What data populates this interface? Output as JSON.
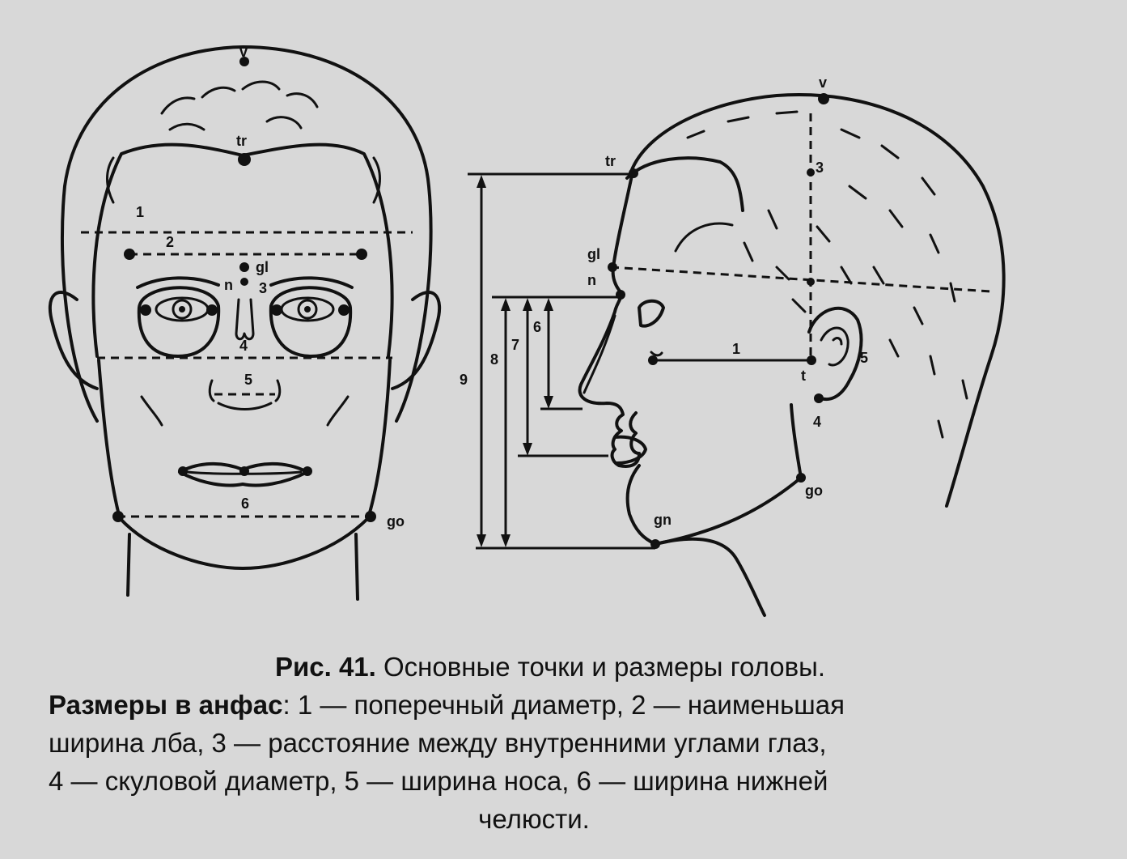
{
  "caption": {
    "figure_label": "Рис. 41.",
    "figure_title": "Основные точки и размеры головы.",
    "section_label": "Размеры в анфас",
    "line1_text": ": 1 — поперечный диаметр, 2 — наименьшая",
    "line2_text": "ширина лба, 3 — расстояние между внутренними углами глаз,",
    "line3_text": "4 — скуловой диаметр, 5 — ширина носа, 6 — ширина нижней",
    "line4_text": "челюсти."
  },
  "front_view": {
    "labels": {
      "vertex": "v",
      "trichion": "tr",
      "glabella": "gl",
      "nasion": "n",
      "gonion": "go",
      "dim1": "1",
      "dim2": "2",
      "dim3": "3",
      "dim4": "4",
      "dim5": "5",
      "dim6": "6"
    }
  },
  "profile_view": {
    "labels": {
      "vertex": "v",
      "trichion": "tr",
      "glabella": "gl",
      "nasion": "n",
      "tragion": "t",
      "gonion": "go",
      "gnathion": "gn",
      "dim1": "1",
      "dim3": "3",
      "dim4": "4",
      "dim5": "5",
      "dim6": "6",
      "dim7": "7",
      "dim8": "8",
      "dim9": "9"
    }
  }
}
